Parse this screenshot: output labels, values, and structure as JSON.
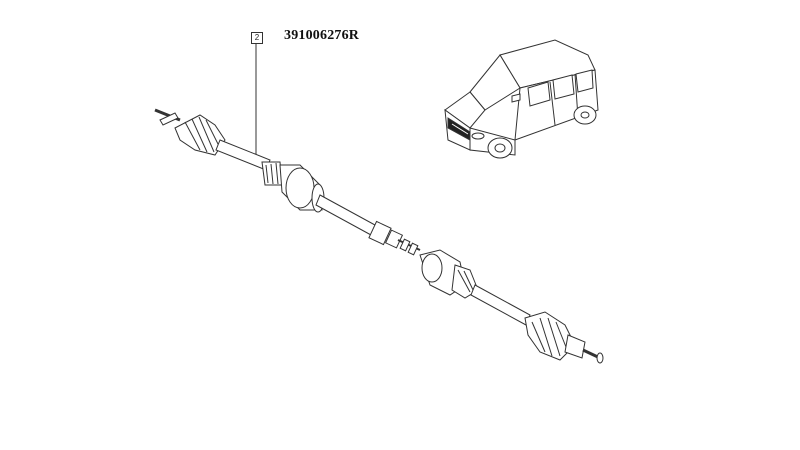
{
  "diagram": {
    "callout": {
      "number": "2"
    },
    "part_number": "391006276R",
    "components": {
      "drive_shaft": "drive-shaft",
      "vehicle": "van-thumbnail"
    },
    "colors": {
      "stroke": "#333333",
      "background": "#ffffff"
    }
  }
}
